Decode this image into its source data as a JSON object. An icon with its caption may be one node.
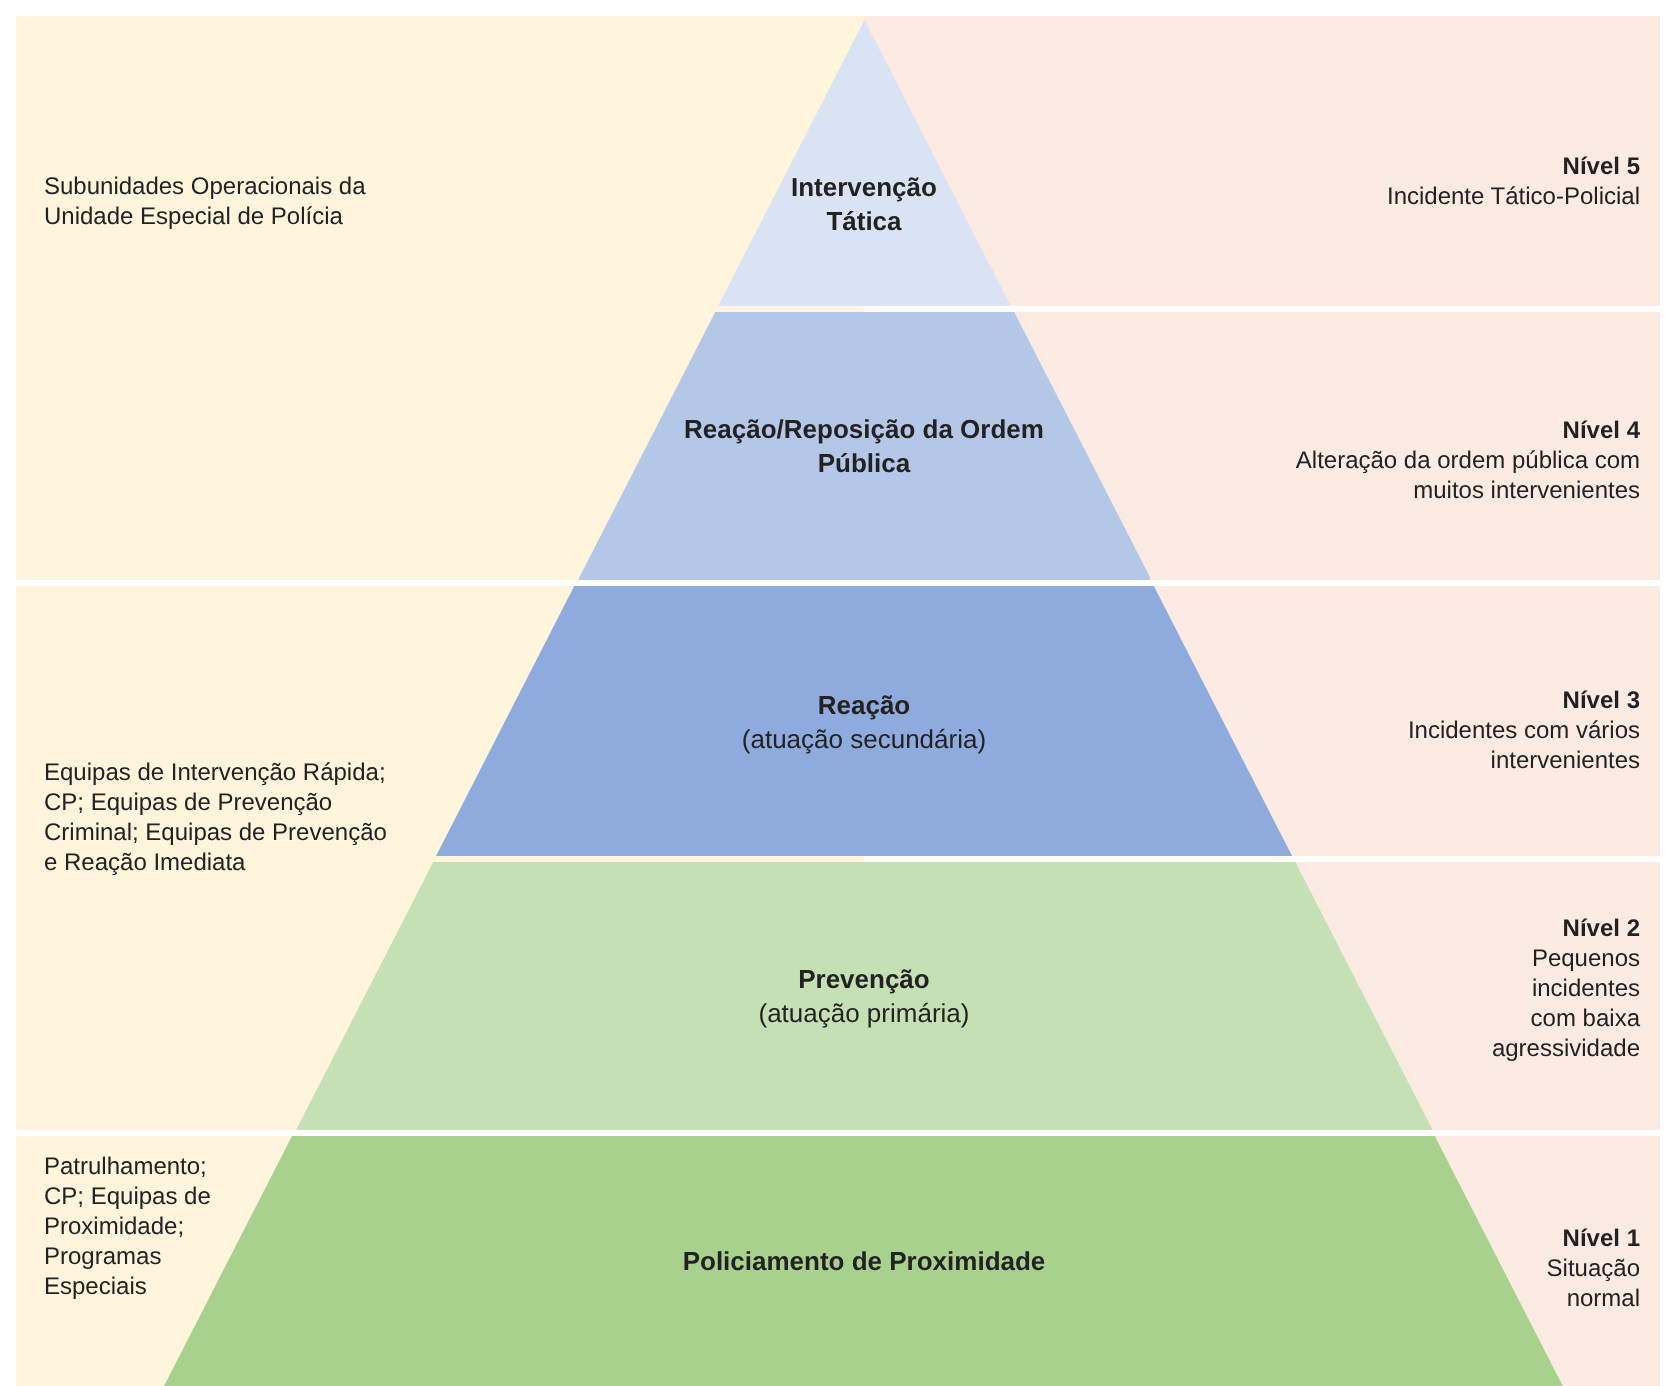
{
  "diagram": {
    "nodes": [
      {
        "text": [
          "Subunidades Operacionais da Unidade Especial de Polícia"
        ]
      },
      {
        "text": [
          "Intervenção Tática"
        ]
      },
      {
        "text": [
          "Nível 5",
          "Incidente Tático-Policial"
        ]
      },
      {
        "text": [
          "Reação/Reposição da Ordem Pública"
        ]
      },
      {
        "text": [
          "Nível 4",
          "Alteração da ordem pública com muitos intervenientes"
        ]
      },
      {
        "text": [
          "Equipas de Intervenção Rápida; CP; Equipas de Prevenção Criminal; Equipas de Prevenção e Reação Imediata"
        ]
      },
      {
        "text": [
          "Reação",
          "(atuação secundária)"
        ]
      },
      {
        "text": [
          "Nível 3",
          "Incidentes com vários intervenientes"
        ]
      },
      {
        "text": [
          "Prevenção",
          "(atuação primária)"
        ]
      },
      {
        "text": [
          "Nível 2",
          "Pequenos incidentes com baixa agressividade"
        ]
      },
      {
        "text": [
          "Patrulhamento; CP; Equipas de Proximidade; Programas Especiais"
        ]
      },
      {
        "text": [
          "Policiamento de Proximidade"
        ]
      },
      {
        "text": [
          "Nível 1",
          "Situação normal"
        ]
      }
    ]
  }
}
